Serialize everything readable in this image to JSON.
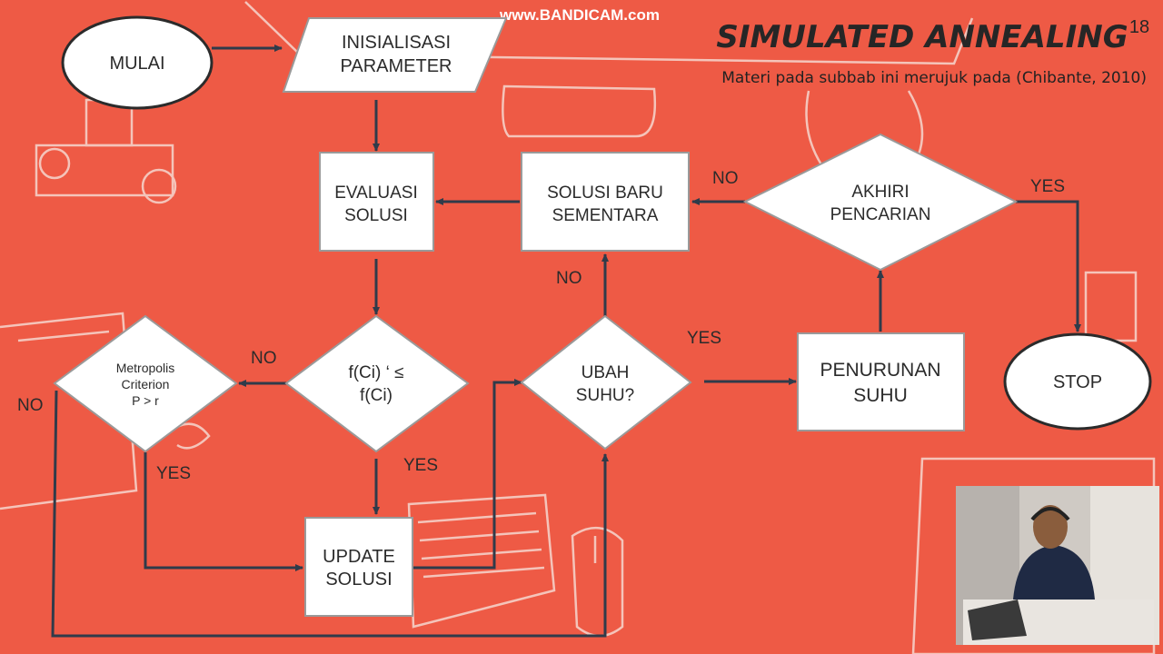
{
  "watermark": "www.BANDICAM.com",
  "slide": {
    "title": "SIMULATED ANNEALING",
    "page_number": "18",
    "subtitle": "Materi pada subbab ini merujuk pada (Chibante, 2010)"
  },
  "nodes": {
    "start": "MULAI",
    "init_1": "INISIALISASI",
    "init_2": "PARAMETER",
    "eval_1": "EVALUASI",
    "eval_2": "SOLUSI",
    "temp_sol_1": "SOLUSI BARU",
    "temp_sol_2": "SEMENTARA",
    "end_search_1": "AKHIRI",
    "end_search_2": "PENCARIAN",
    "metropolis_1": "Metropolis",
    "metropolis_2": "Criterion",
    "metropolis_3": "P > r",
    "compare_1": "f(Ci) ‘ ≤",
    "compare_2": "f(Ci)",
    "change_temp_1": "UBAH",
    "change_temp_2": "SUHU?",
    "lower_temp_1": "PENURUNAN",
    "lower_temp_2": "SUHU",
    "update_1": "UPDATE",
    "update_2": "SOLUSI",
    "stop": "STOP"
  },
  "edge_labels": {
    "no_end_search": "NO",
    "yes_end_search": "YES",
    "no_change_temp": "NO",
    "yes_change_temp": "YES",
    "no_compare": "NO",
    "yes_compare": "YES",
    "no_metropolis": "NO",
    "yes_metropolis": "YES"
  },
  "colors": {
    "background": "#ee5a45",
    "node_fill": "#ffffff",
    "line": "#2f3b4a"
  }
}
